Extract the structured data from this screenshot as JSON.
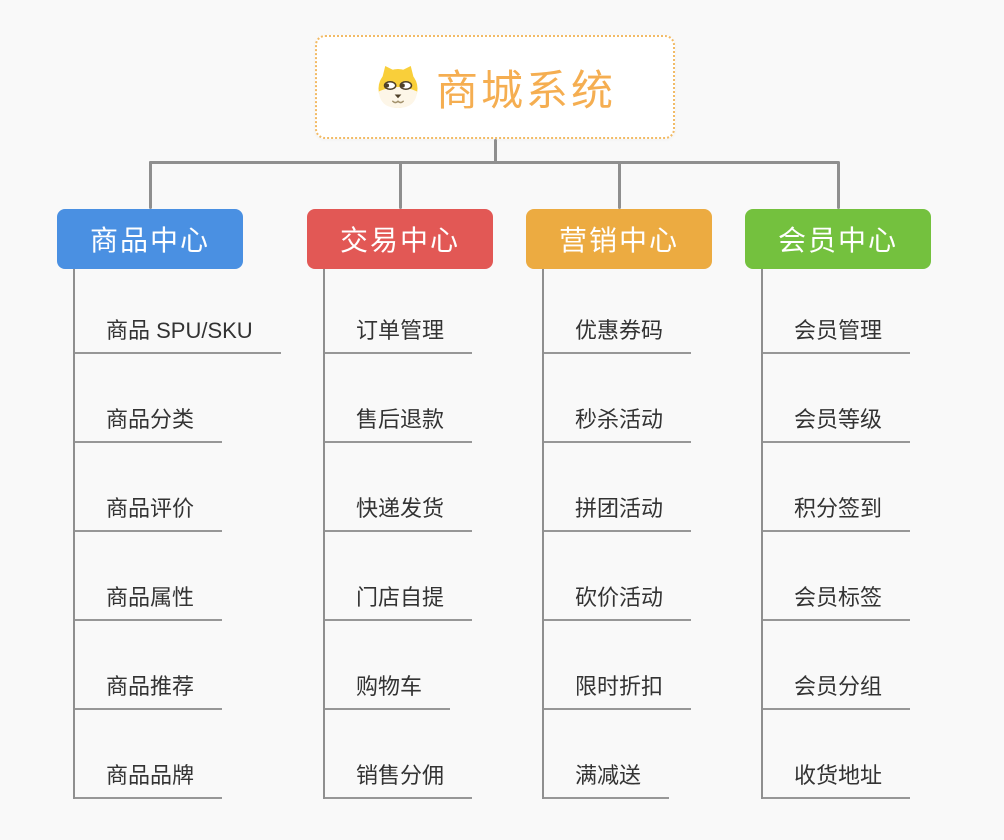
{
  "root": {
    "title": "商城系统",
    "icon": "dog-face-icon"
  },
  "colors": {
    "root_accent": "#f5ae51",
    "root_border": "#f2bb66",
    "connector": "#8f8f8f",
    "leaf_text": "#333333"
  },
  "branches": [
    {
      "label": "商品中心",
      "color": "#4a90e2",
      "children": [
        "商品 SPU/SKU",
        "商品分类",
        "商品评价",
        "商品属性",
        "商品推荐",
        "商品品牌"
      ]
    },
    {
      "label": "交易中心",
      "color": "#e25855",
      "children": [
        "订单管理",
        "售后退款",
        "快递发货",
        "门店自提",
        "购物车",
        "销售分佣"
      ]
    },
    {
      "label": "营销中心",
      "color": "#ecab41",
      "children": [
        "优惠券码",
        "秒杀活动",
        "拼团活动",
        "砍价活动",
        "限时折扣",
        "满减送"
      ]
    },
    {
      "label": "会员中心",
      "color": "#74c13e",
      "children": [
        "会员管理",
        "会员等级",
        "积分签到",
        "会员标签",
        "会员分组",
        "收货地址"
      ]
    }
  ]
}
